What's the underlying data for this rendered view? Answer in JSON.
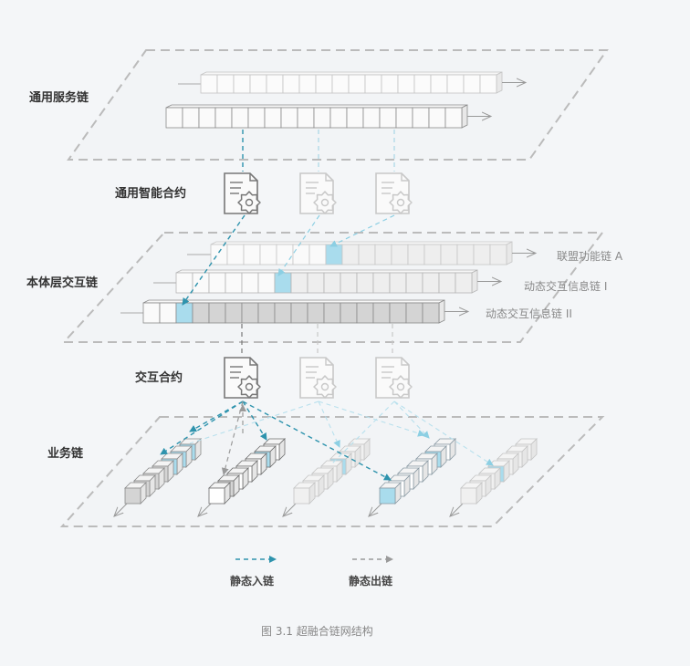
{
  "layer_labels": {
    "service": "通用服务链",
    "general_contract": "通用智能合约",
    "ontology": "本体层交互链",
    "interaction_contract": "交互合约",
    "business": "业务链"
  },
  "chain_labels": {
    "alliance": "联盟功能链 A",
    "dynamic_1": "动态交互信息链 I",
    "dynamic_2": "动态交互信息链 II"
  },
  "legend": {
    "static_in": "静态入链",
    "static_out": "静态出链"
  },
  "caption": "图 3.1  超融合链网结构",
  "colors": {
    "teal": "#2e93ad",
    "light_teal": "#a9dced",
    "gray_border": "#9a9a9a",
    "dark_gray": "#666666",
    "fill_gray": "#d4d4d4",
    "fill_light": "#eeeeee",
    "plane_border": "#bbbbbb"
  },
  "icons": [
    "document-gear-icon"
  ]
}
